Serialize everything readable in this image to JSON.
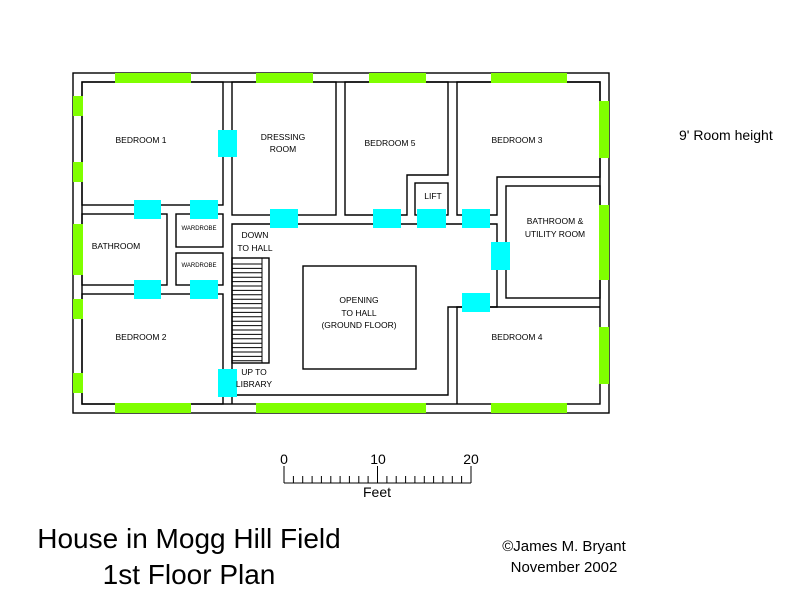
{
  "rooms": {
    "bedroom1": "BEDROOM 1",
    "dressing_room": [
      "DRESSING",
      "ROOM"
    ],
    "bedroom5": "BEDROOM 5",
    "bedroom3": "BEDROOM 3",
    "lift": "LIFT",
    "wardrobe_top": "WARDROBE",
    "wardrobe_bottom": "WARDROBE",
    "bathroom": "BATHROOM",
    "down_to_hall": [
      "DOWN",
      "TO HALL"
    ],
    "bathroom_utility": [
      "BATHROOM &",
      "UTILITY ROOM"
    ],
    "opening": [
      "OPENING",
      "TO HALL",
      "(GROUND FLOOR)"
    ],
    "bedroom2": "BEDROOM 2",
    "bedroom4": "BEDROOM 4",
    "up_to_library": [
      "UP TO",
      "LIBRARY"
    ]
  },
  "room_height": "9' Room height",
  "scale": {
    "ticks": [
      "0",
      "10",
      "20"
    ],
    "unit": "Feet"
  },
  "title": [
    "House in Mogg Hill Field",
    "1st Floor Plan"
  ],
  "credit": [
    "©James M. Bryant",
    "November 2002"
  ],
  "colors": {
    "wall": "#000000",
    "window": "#80ff00",
    "door": "#00ffff",
    "background": "#ffffff"
  }
}
